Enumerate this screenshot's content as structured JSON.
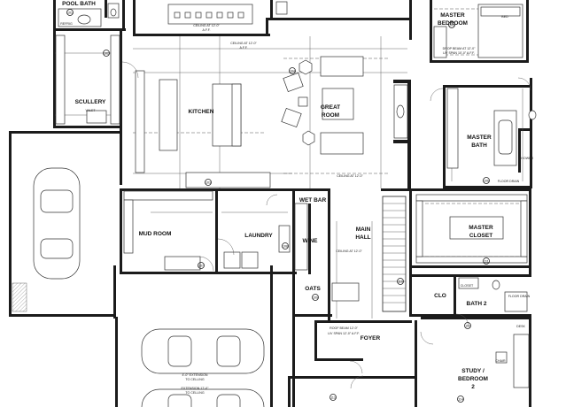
{
  "rooms": {
    "pool_bath": "POOL BATH",
    "scullery": "SCULLERY",
    "kitchen": "KITCHEN",
    "great_room_1": "GREAT",
    "great_room_2": "ROOM",
    "master_bedroom_1": "MASTER",
    "master_bedroom_2": "BEDROOM",
    "master_bath_1": "MASTER",
    "master_bath_2": "BATH",
    "mud_room": "MUD ROOM",
    "laundry": "LAUNDRY",
    "wet_bar": "WET BAR",
    "wine": "WINE",
    "main_hall_1": "MAIN",
    "main_hall_2": "HALL",
    "master_closet_1": "MASTER",
    "master_closet_2": "CLOSET",
    "clo": "CLO",
    "bath_2": "BATH 2",
    "foyer": "FOYER",
    "study_1": "STUDY /",
    "study_2": "BEDROOM",
    "study_3": "2",
    "oats": "OATS"
  },
  "notes": {
    "ceiling_kitchen": "CEILING AT 12'-0\"",
    "ceiling_kitchen_aff": "A.F.F.",
    "ceiling_great": "CEILING AT 12'-0\"",
    "ceiling_great_aff": "A.F.F.",
    "master_ceiling": "DROP BEAM AT 12'-0\"",
    "master_ceiling_2": "LIV SPAN 10'-0\" A.F.F.",
    "ceiling_hall": "CEILING AT 12'-0\"",
    "ceiling_wine": "CEILING AT 12'-0\"",
    "foyer_ceiling": "LIV SPAN 12'-0\" A.F.F.",
    "foyer_beam": "ROOF BEAM 12'-0\"",
    "garage_note_1": "4'-0\" EXTENSION",
    "garage_note_2": "TO CELLING",
    "garage_note_3": "EXTENSION 17'-0\"",
    "garage_note_4": "TO CELLING",
    "refrig": "REFRIG",
    "valet": "VALET",
    "bed": "BED",
    "closet_note": "CLOSET",
    "floor_drain": "FLOOR DRAIN",
    "floor_drain_2": "FLOOR DRAIN",
    "shower": "SHOWER",
    "desk": "DESK",
    "chair": "CHAIR"
  },
  "tags": [
    "101",
    "102",
    "103",
    "104",
    "105",
    "106",
    "107",
    "108",
    "109",
    "110",
    "111",
    "112",
    "113",
    "114"
  ]
}
